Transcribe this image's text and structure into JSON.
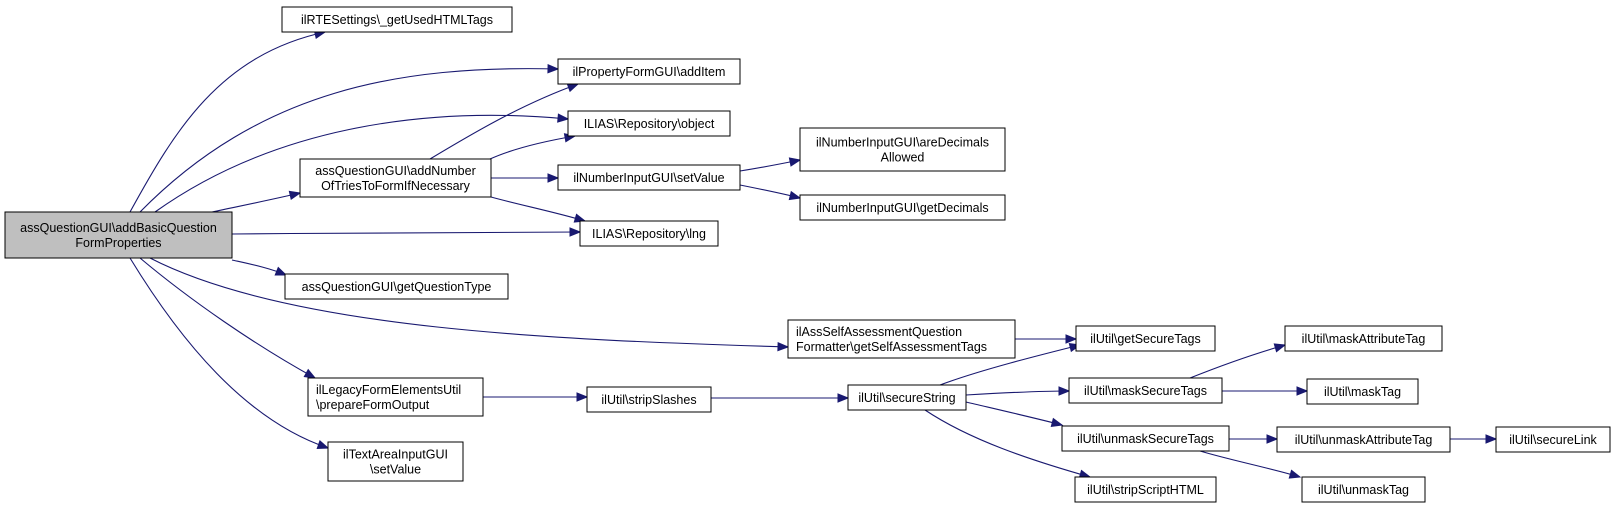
{
  "diagram": {
    "nodes": [
      {
        "id": "root",
        "lines": [
          "assQuestionGUI\\addBasicQuestion",
          "FormProperties"
        ],
        "root": true
      },
      {
        "id": "n1",
        "lines": [
          "ilRTESettings\\_getUsedHTMLTags"
        ]
      },
      {
        "id": "n2",
        "lines": [
          "assQuestionGUI\\addNumber",
          "OfTriesToFormIfNecessary"
        ]
      },
      {
        "id": "n3",
        "lines": [
          "ilPropertyFormGUI\\addItem"
        ]
      },
      {
        "id": "n4",
        "lines": [
          "ILIAS\\Repository\\object"
        ]
      },
      {
        "id": "n5",
        "lines": [
          "ilNumberInputGUI\\setValue"
        ]
      },
      {
        "id": "n6",
        "lines": [
          "ILIAS\\Repository\\lng"
        ]
      },
      {
        "id": "n7",
        "lines": [
          "ilNumberInputGUI\\areDecimals",
          "Allowed"
        ]
      },
      {
        "id": "n8",
        "lines": [
          "ilNumberInputGUI\\getDecimals"
        ]
      },
      {
        "id": "n9",
        "lines": [
          "assQuestionGUI\\getQuestionType"
        ]
      },
      {
        "id": "n10",
        "lines": [
          "ilAssSelfAssessmentQuestion",
          "Formatter\\getSelfAssessmentTags"
        ]
      },
      {
        "id": "n11",
        "lines": [
          "ilLegacyFormElementsUtil",
          "\\prepareFormOutput"
        ]
      },
      {
        "id": "n12",
        "lines": [
          "ilTextAreaInputGUI",
          "\\setValue"
        ]
      },
      {
        "id": "n13",
        "lines": [
          "ilUtil\\stripSlashes"
        ]
      },
      {
        "id": "n14",
        "lines": [
          "ilUtil\\secureString"
        ]
      },
      {
        "id": "n15",
        "lines": [
          "ilUtil\\getSecureTags"
        ]
      },
      {
        "id": "n16",
        "lines": [
          "ilUtil\\maskSecureTags"
        ]
      },
      {
        "id": "n17",
        "lines": [
          "ilUtil\\unmaskSecureTags"
        ]
      },
      {
        "id": "n18",
        "lines": [
          "ilUtil\\stripScriptHTML"
        ]
      },
      {
        "id": "n19",
        "lines": [
          "ilUtil\\maskAttributeTag"
        ]
      },
      {
        "id": "n20",
        "lines": [
          "ilUtil\\maskTag"
        ]
      },
      {
        "id": "n21",
        "lines": [
          "ilUtil\\unmaskAttributeTag"
        ]
      },
      {
        "id": "n22",
        "lines": [
          "ilUtil\\unmaskTag"
        ]
      },
      {
        "id": "n23",
        "lines": [
          "ilUtil\\secureLink"
        ]
      }
    ],
    "edges": [
      [
        "root",
        "n1"
      ],
      [
        "root",
        "n3"
      ],
      [
        "root",
        "n4"
      ],
      [
        "root",
        "n2"
      ],
      [
        "root",
        "n6"
      ],
      [
        "root",
        "n9"
      ],
      [
        "root",
        "n10"
      ],
      [
        "root",
        "n11"
      ],
      [
        "root",
        "n12"
      ],
      [
        "n2",
        "n3"
      ],
      [
        "n2",
        "n4"
      ],
      [
        "n2",
        "n5"
      ],
      [
        "n2",
        "n6"
      ],
      [
        "n5",
        "n7"
      ],
      [
        "n5",
        "n8"
      ],
      [
        "n10",
        "n15"
      ],
      [
        "n11",
        "n13"
      ],
      [
        "n13",
        "n14"
      ],
      [
        "n14",
        "n15"
      ],
      [
        "n14",
        "n16"
      ],
      [
        "n14",
        "n17"
      ],
      [
        "n14",
        "n18"
      ],
      [
        "n16",
        "n19"
      ],
      [
        "n16",
        "n20"
      ],
      [
        "n17",
        "n21"
      ],
      [
        "n17",
        "n22"
      ],
      [
        "n21",
        "n23"
      ]
    ]
  }
}
